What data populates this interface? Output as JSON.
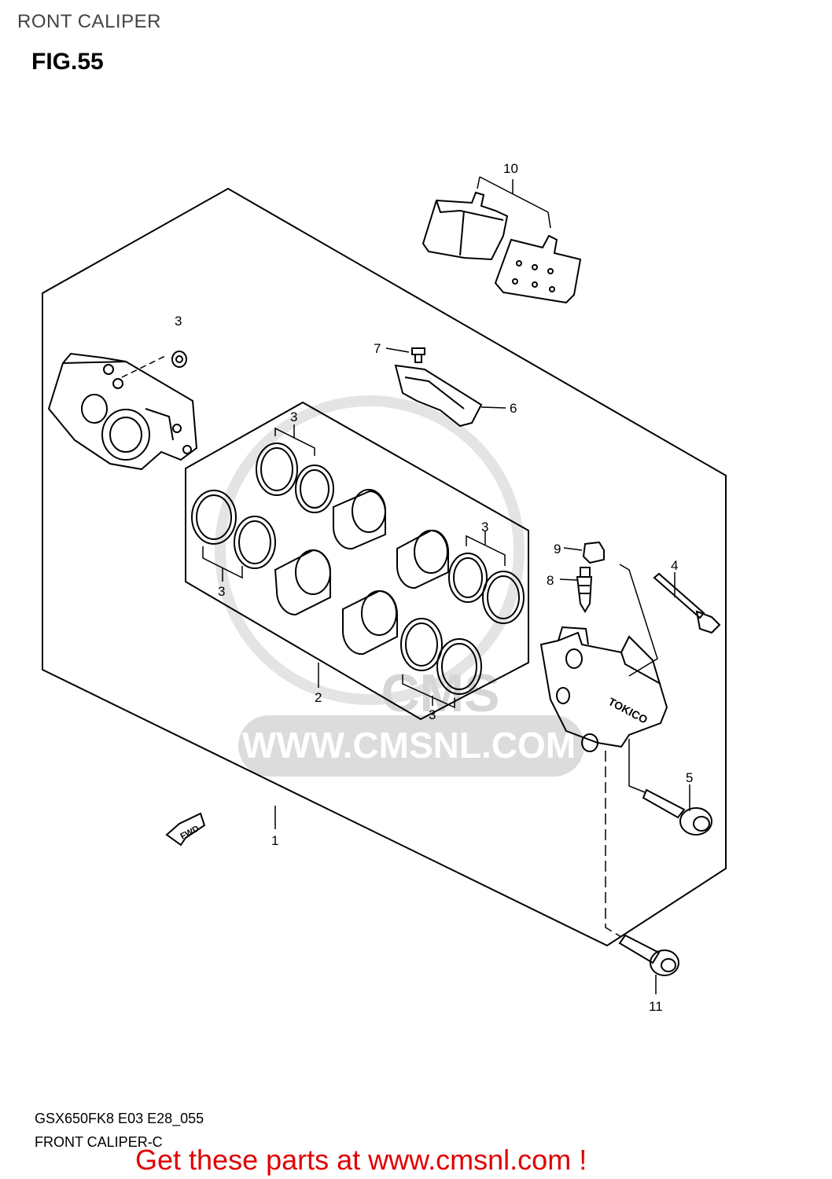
{
  "header": {
    "title": "RONT CALIPER"
  },
  "figure": {
    "label": "FIG.55"
  },
  "watermark": {
    "site": "WWW.CMSNL.COM",
    "logo": "CMS"
  },
  "fwd_tag": "FWD",
  "caliper_marking": "TOKICO",
  "callouts": [
    {
      "id": "1",
      "part": "caliper assembly"
    },
    {
      "id": "2",
      "part": "piston set"
    },
    {
      "id": "3",
      "part": "seal"
    },
    {
      "id": "4",
      "part": "pad pin"
    },
    {
      "id": "5",
      "part": "bolt"
    },
    {
      "id": "6",
      "part": "pad spring"
    },
    {
      "id": "7",
      "part": "screw"
    },
    {
      "id": "8",
      "part": "bleeder valve"
    },
    {
      "id": "9",
      "part": "cap"
    },
    {
      "id": "10",
      "part": "pad set"
    },
    {
      "id": "11",
      "part": "mounting bolt"
    }
  ],
  "footer": {
    "code": "GSX650FK8 E03 E28_055",
    "subtitle": "FRONT CALIPER-C",
    "promo": "Get these parts at www.cmsnl.com !"
  },
  "colors": {
    "promo": "#e00000",
    "watermark": "#d6d6d6",
    "line": "#000000"
  }
}
